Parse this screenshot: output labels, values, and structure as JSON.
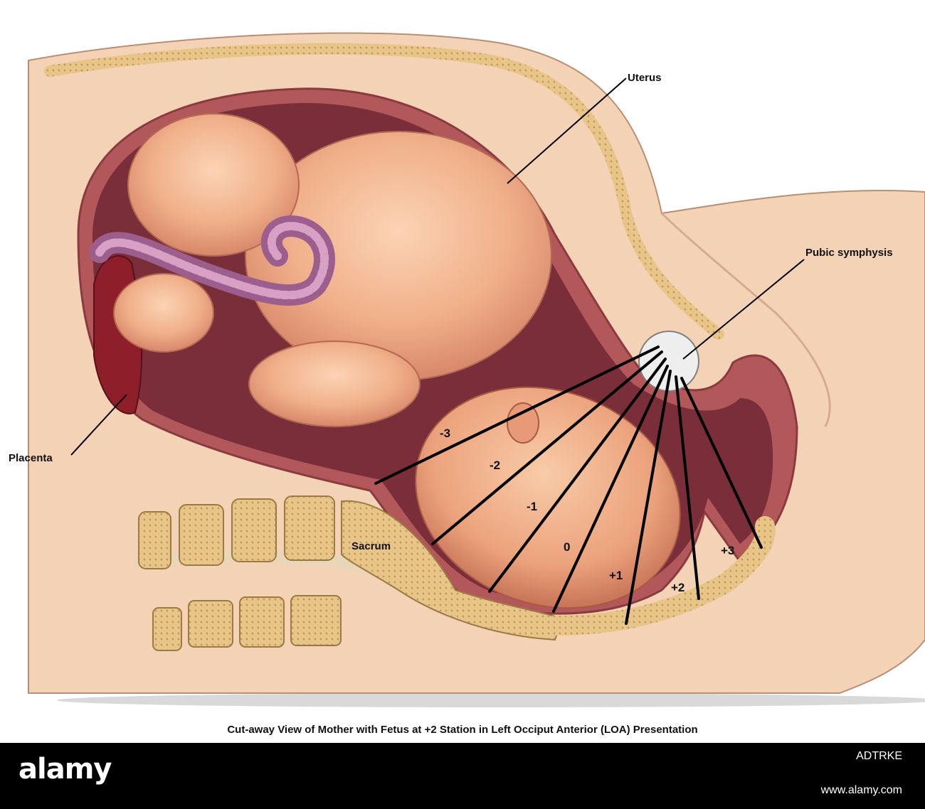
{
  "labels": {
    "uterus": "Uterus",
    "pubic_symphysis": "Pubic symphysis",
    "placenta": "Placenta",
    "sacrum": "Sacrum"
  },
  "stations": [
    "-3",
    "-2",
    "-1",
    "0",
    "+1",
    "+2",
    "+3"
  ],
  "caption": "Cut-away View of Mother with Fetus at +2 Station in Left Occiput Anterior (LOA) Presentation",
  "footer": {
    "brand": "alamy",
    "image_id": "ADTRKE",
    "site": "www.alamy.com"
  },
  "colors": {
    "skin": "#f4d2b6",
    "uterine_wall": "#b3585a",
    "cavity": "#7a2e3a",
    "bone": "#e8c68a",
    "fetus": "#f0b48e"
  }
}
